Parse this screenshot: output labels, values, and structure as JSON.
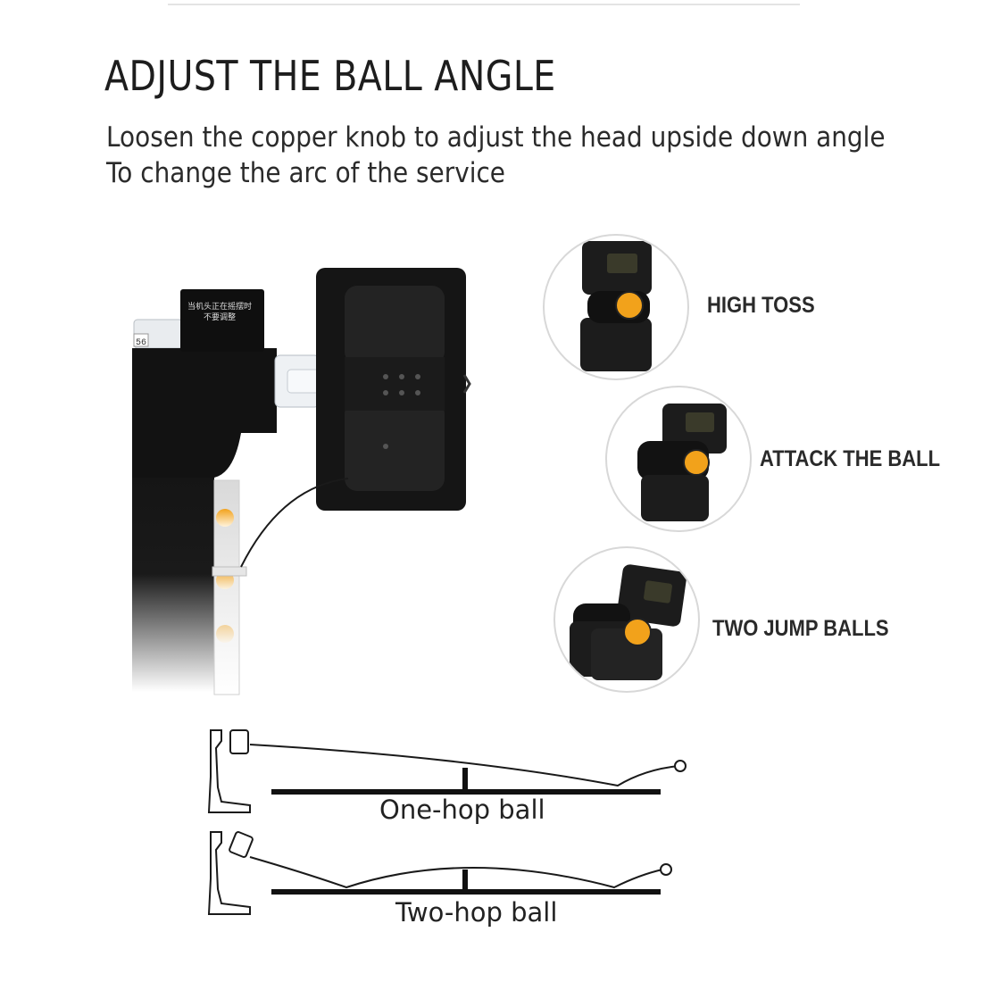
{
  "header": {
    "title": "ADJUST THE BALL ANGLE",
    "description_lines": [
      "Loosen the copper knob to adjust the head upside down angle",
      "To change the arc of the service"
    ]
  },
  "machine": {
    "sticker_text_line1": "当机头正在摇摆时",
    "sticker_text_line2": "不要调整",
    "counter_text": "56"
  },
  "modes": [
    {
      "label": "HIGH TOSS"
    },
    {
      "label": "ATTACK THE BALL"
    },
    {
      "label": "TWO JUMP BALLS"
    }
  ],
  "diagrams": [
    {
      "label": "One-hop ball"
    },
    {
      "label": "Two-hop ball"
    }
  ],
  "colors": {
    "ball": "#f2a21b",
    "body": "#141414",
    "line": "#3a3a3a"
  }
}
